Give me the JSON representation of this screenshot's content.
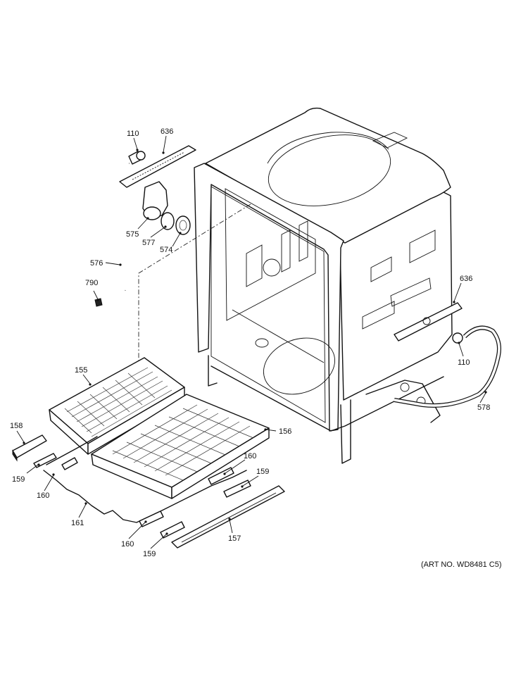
{
  "callouts": [
    {
      "id": "c110a",
      "text": "110"
    },
    {
      "id": "c636a",
      "text": "636"
    },
    {
      "id": "c575",
      "text": "575"
    },
    {
      "id": "c577",
      "text": "577"
    },
    {
      "id": "c574",
      "text": "574"
    },
    {
      "id": "c576",
      "text": "576"
    },
    {
      "id": "c790",
      "text": "790"
    },
    {
      "id": "c636b",
      "text": "636"
    },
    {
      "id": "c110b",
      "text": "110"
    },
    {
      "id": "c578",
      "text": "578"
    },
    {
      "id": "c155",
      "text": "155"
    },
    {
      "id": "c156",
      "text": "156"
    },
    {
      "id": "c158",
      "text": "158"
    },
    {
      "id": "c159a",
      "text": "159"
    },
    {
      "id": "c160a",
      "text": "160"
    },
    {
      "id": "c160b",
      "text": "160"
    },
    {
      "id": "c159b",
      "text": "159"
    },
    {
      "id": "c161",
      "text": "161"
    },
    {
      "id": "c160c",
      "text": "160"
    },
    {
      "id": "c159c",
      "text": "159"
    },
    {
      "id": "c157",
      "text": "157"
    }
  ],
  "art_number": "(ART NO. WD8481 C5)"
}
